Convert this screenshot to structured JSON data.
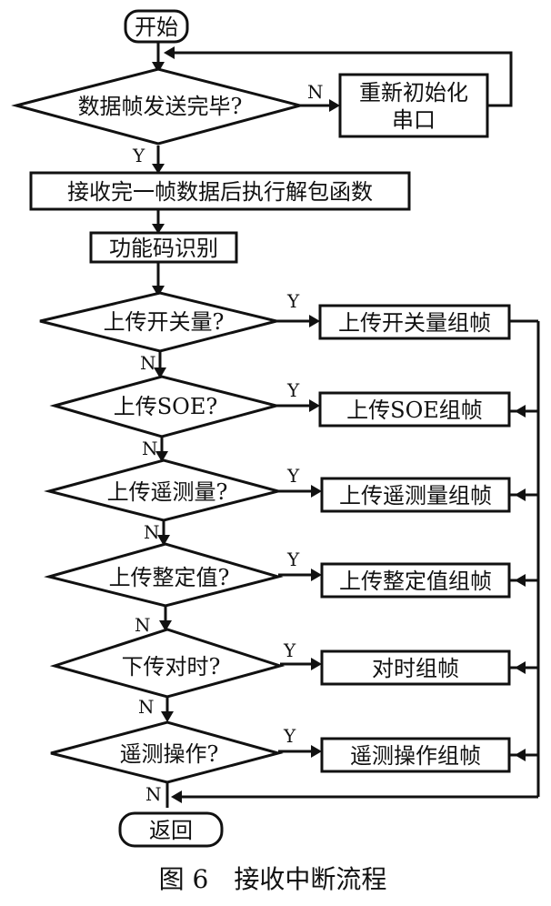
{
  "flowchart": {
    "start": "开始",
    "check_frame_sent": "数据帧发送完毕?",
    "reinit_serial_line1": "重新初始化",
    "reinit_serial_line2": "串口",
    "unpack": "接收完一帧数据后执行解包函数",
    "func_code": "功能码识别",
    "q_switch": "上传开关量?",
    "a_switch": "上传开关量组帧",
    "q_soe": "上传SOE?",
    "a_soe": "上传SOE组帧",
    "q_telemetry": "上传遥测量?",
    "a_telemetry": "上传遥测量组帧",
    "q_setting": "上传整定值?",
    "a_setting": "上传整定值组帧",
    "q_timesync": "下传对时?",
    "a_timesync": "对时组帧",
    "q_remote_op": "遥测操作?",
    "a_remote_op": "遥测操作组帧",
    "end": "返回",
    "yes": "Y",
    "no": "N"
  },
  "caption": "图 6　接收中断流程"
}
